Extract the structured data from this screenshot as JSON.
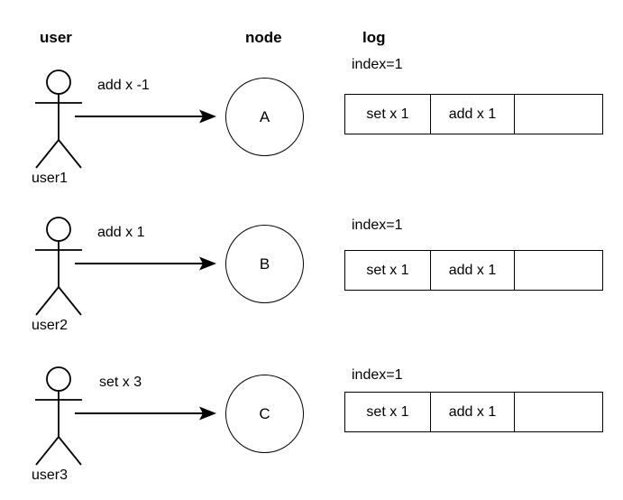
{
  "diagram": {
    "title": "user-node-log replication diagram",
    "background_color": "#ffffff",
    "stroke_color": "#000000",
    "headers": {
      "user": "user",
      "node": "node",
      "log": "log"
    },
    "log_columns": [
      "entry-0",
      "entry-1",
      "entry-2"
    ],
    "rows": [
      {
        "actor_label": "user1",
        "edge_label": "add x -1",
        "node_letter": "A",
        "index_label": "index=1",
        "log_entries": [
          "set x 1",
          "add x 1",
          ""
        ]
      },
      {
        "actor_label": "user2",
        "edge_label": "add x 1",
        "node_letter": "B",
        "index_label": "index=1",
        "log_entries": [
          "set x 1",
          "add x 1",
          ""
        ]
      },
      {
        "actor_label": "user3",
        "edge_label": "set x 3",
        "node_letter": "C",
        "index_label": "index=1",
        "log_entries": [
          "set x 1",
          "add x 1",
          ""
        ]
      }
    ],
    "icons": {
      "actor": "stick-figure-icon",
      "arrow": "arrow-right-icon",
      "node": "circle-node-icon"
    }
  }
}
